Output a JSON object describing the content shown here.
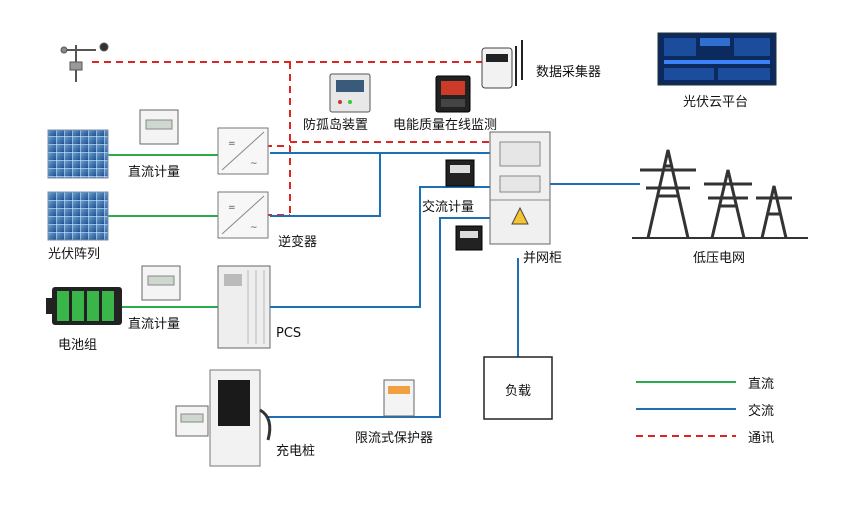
{
  "labels": {
    "data_collector": "数据采集器",
    "cloud_platform": "光伏云平台",
    "anti_islanding": "防孤岛装置",
    "power_quality": "电能质量在线监测",
    "dc_meter_1": "直流计量",
    "dc_meter_2": "直流计量",
    "ac_meter": "交流计量",
    "inverter": "逆变器",
    "pv_array": "光伏阵列",
    "grid_cabinet": "并网柜",
    "low_voltage_grid": "低压电网",
    "battery": "电池组",
    "pcs": "PCS",
    "load": "负载",
    "current_limit_protector": "限流式保护器",
    "charging_pile": "充电桩"
  },
  "legend": [
    {
      "label": "直流",
      "color": "#2eaa4a",
      "style": "solid"
    },
    {
      "label": "交流",
      "color": "#1f6fb5",
      "style": "solid"
    },
    {
      "label": "通讯",
      "color": "#e02424",
      "style": "dashed"
    }
  ],
  "colors": {
    "dc": "#2eaa4a",
    "ac": "#1f6fb5",
    "comm": "#e02424"
  }
}
